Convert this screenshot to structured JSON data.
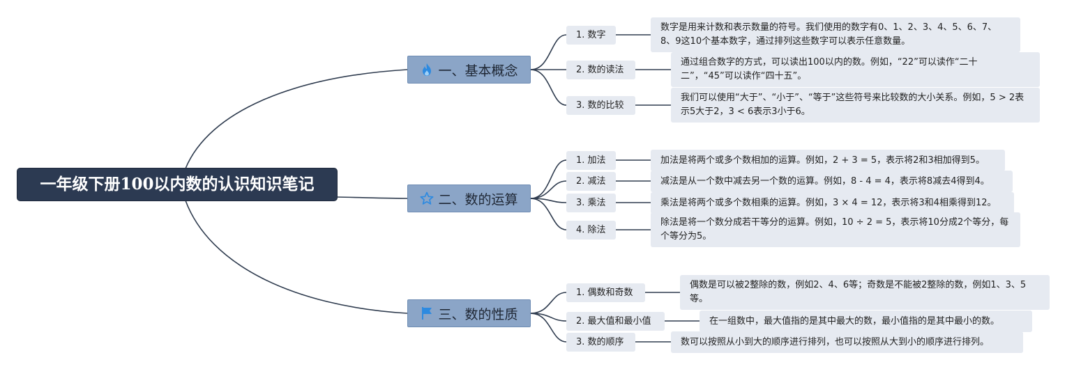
{
  "root": {
    "title": "一年级下册100以内数的认识知识笔记"
  },
  "branches": [
    {
      "label": "一、基本概念",
      "icon": "fire-icon",
      "color": "#2d8ae0",
      "items": [
        {
          "label": "1. 数字",
          "note": "数字是用来计数和表示数量的符号。我们使用的数字有0、1、2、3、4、5、6、7、8、9这10个基本数字，通过排列这些数字可以表示任意数量。"
        },
        {
          "label": "2. 数的读法",
          "note": "通过组合数字的方式，可以读出100以内的数。例如，“22”可以读作“二十二”，“45”可以读作“四十五”。"
        },
        {
          "label": "3. 数的比较",
          "note": "我们可以使用“大于”、“小于”、“等于”这些符号来比较数的大小关系。例如，5 > 2表示5大于2，3 < 6表示3小于6。"
        }
      ]
    },
    {
      "label": "二、数的运算",
      "icon": "star-icon",
      "color": "#2d8ae0",
      "items": [
        {
          "label": "1. 加法",
          "note": "加法是将两个或多个数相加的运算。例如，2 + 3 = 5，表示将2和3相加得到5。"
        },
        {
          "label": "2. 减法",
          "note": "减法是从一个数中减去另一个数的运算。例如，8 - 4 = 4，表示将8减去4得到4。"
        },
        {
          "label": "3. 乘法",
          "note": "乘法是将两个或多个数相乘的运算。例如，3 × 4 = 12，表示将3和4相乘得到12。"
        },
        {
          "label": "4. 除法",
          "note": "除法是将一个数分成若干等分的运算。例如，10 ÷ 2 = 5，表示将10分成2个等分，每个等分为5。"
        }
      ]
    },
    {
      "label": "三、数的性质",
      "icon": "flag-icon",
      "color": "#2d8ae0",
      "items": [
        {
          "label": "1. 偶数和奇数",
          "note": "偶数是可以被2整除的数，例如2、4、6等；奇数是不能被2整除的数，例如1、3、5等。"
        },
        {
          "label": "2. 最大值和最小值",
          "note": "在一组数中，最大值指的是其中最大的数，最小值指的是其中最小的数。"
        },
        {
          "label": "3. 数的顺序",
          "note": "数可以按照从小到大的顺序进行排列，也可以按照从大到小的顺序进行排列。"
        }
      ]
    }
  ],
  "colors": {
    "root_bg": "#2c3a52",
    "branch_bg": "#8ba5c7",
    "leaf_bg": "#e6eaf1",
    "line": "#2e3b4e"
  }
}
